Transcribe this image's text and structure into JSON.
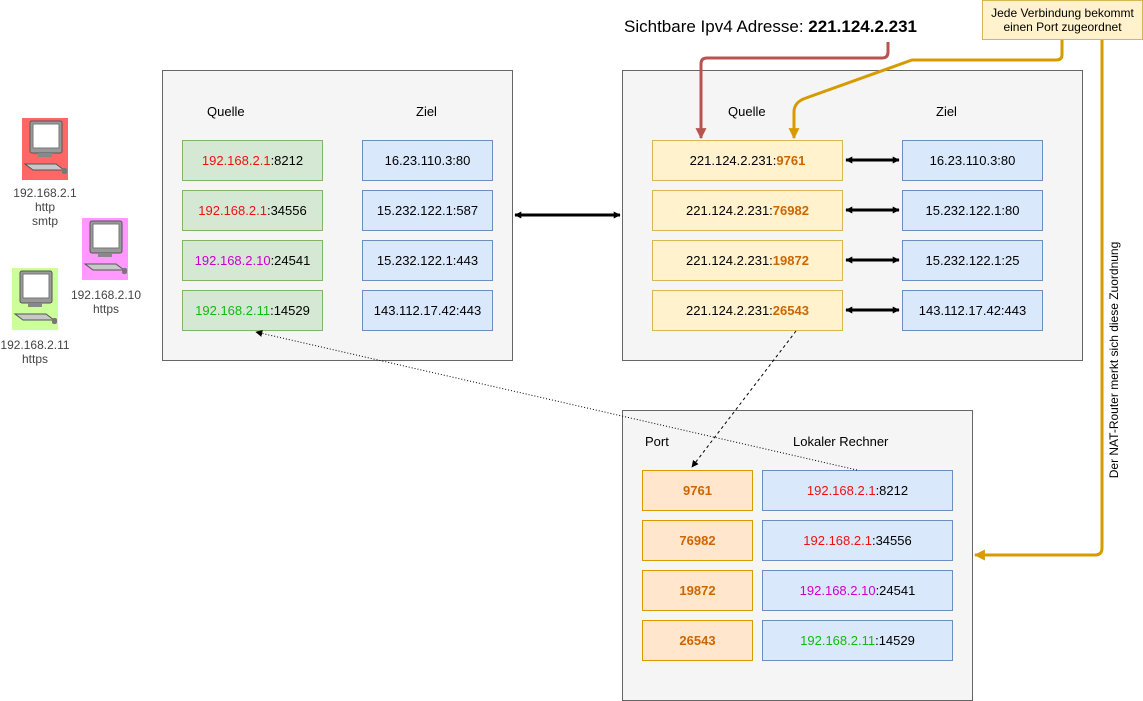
{
  "colors": {
    "red": "#ee1111",
    "magenta": "#cc00cc",
    "green": "#11bb11",
    "port_orange": "#cc6600",
    "router_arrow": "#b85450",
    "gold_arrow": "#d79b00"
  },
  "title": {
    "prefix": "Sichtbare Ipv4 Adresse: ",
    "ip": "221.124.2.231"
  },
  "note": {
    "line1": "Jede Verbindung bekommt",
    "line2": "einen Port zugeordnet"
  },
  "vertical_label": "Der NAT-Router merkt sich diese Zuordnung",
  "computers": [
    {
      "icon": "computer-icon",
      "screen_bg": "#ff6666",
      "lines": [
        "192.168.2.1",
        "http",
        "smtp"
      ]
    },
    {
      "icon": "computer-icon",
      "screen_bg": "#ff99ff",
      "lines": [
        "192.168.2.10",
        "https"
      ]
    },
    {
      "icon": "computer-icon",
      "screen_bg": "#ccff99",
      "lines": [
        "192.168.2.11",
        "https"
      ]
    }
  ],
  "local_panel": {
    "header_source": "Quelle",
    "header_target": "Ziel",
    "rows": [
      {
        "src_ip": "192.168.2.1",
        "src_color": "red",
        "src_port": ":8212",
        "dst": "16.23.110.3:80"
      },
      {
        "src_ip": "192.168.2.1",
        "src_color": "red",
        "src_port": ":34556",
        "dst": "15.232.122.1:587"
      },
      {
        "src_ip": "192.168.2.10",
        "src_color": "magenta",
        "src_port": ":24541",
        "dst": "15.232.122.1:443"
      },
      {
        "src_ip": "192.168.2.11",
        "src_color": "green",
        "src_port": ":14529",
        "dst": "143.112.17.42:443"
      }
    ]
  },
  "public_panel": {
    "header_source": "Quelle",
    "header_target": "Ziel",
    "rows": [
      {
        "src_ip": "221.124.2.231:",
        "src_port": "9761",
        "dst": "16.23.110.3:80"
      },
      {
        "src_ip": "221.124.2.231:",
        "src_port": "76982",
        "dst": "15.232.122.1:80"
      },
      {
        "src_ip": "221.124.2.231:",
        "src_port": "19872",
        "dst": "15.232.122.1:25"
      },
      {
        "src_ip": "221.124.2.231:",
        "src_port": "26543",
        "dst": "143.112.17.42:443"
      }
    ]
  },
  "nat_table": {
    "header_port": "Port",
    "header_host": "Lokaler Rechner",
    "rows": [
      {
        "port": "9761",
        "host_ip": "192.168.2.1",
        "host_color": "red",
        "host_port": ":8212"
      },
      {
        "port": "76982",
        "host_ip": "192.168.2.1",
        "host_color": "red",
        "host_port": ":34556"
      },
      {
        "port": "19872",
        "host_ip": "192.168.2.10",
        "host_color": "magenta",
        "host_port": ":24541"
      },
      {
        "port": "26543",
        "host_ip": "192.168.2.11",
        "host_color": "green",
        "host_port": ":14529"
      }
    ]
  }
}
